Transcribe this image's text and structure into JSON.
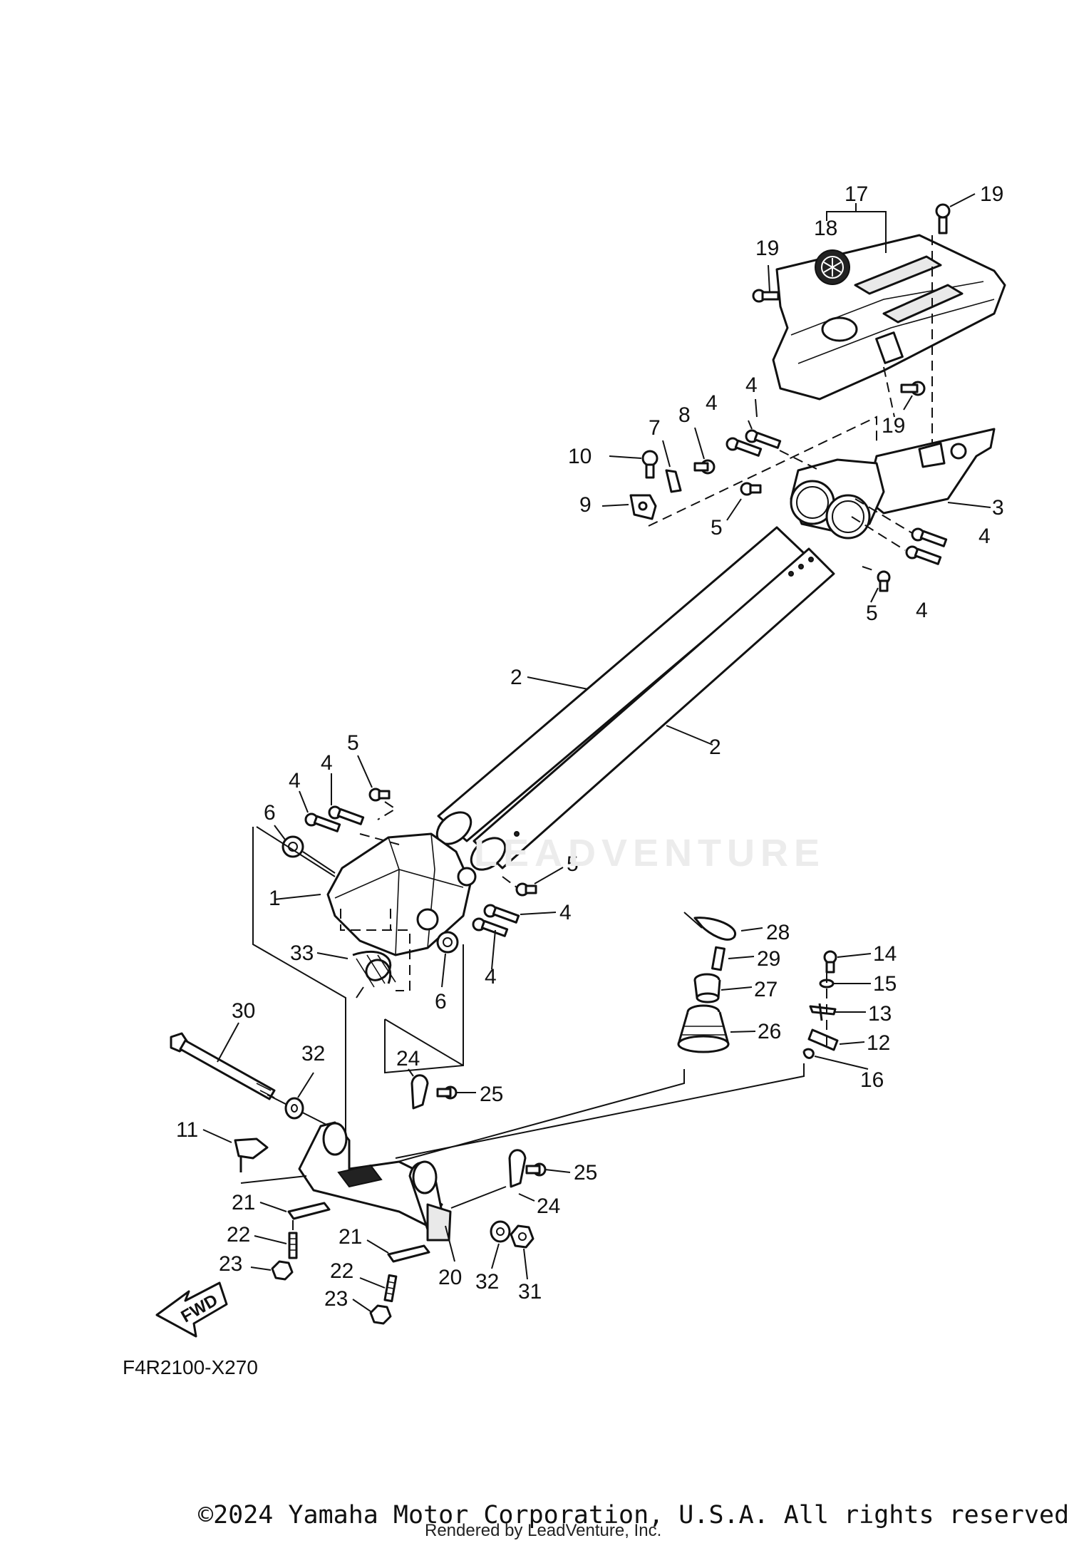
{
  "diagram": {
    "drawing_code": "F4R2100-X270",
    "fwd_label": "FWD",
    "watermark_text": "LEADVENTURE",
    "copyright": "©2024 Yamaha Motor Corporation, U.S.A. All rights reserved.",
    "rendered_by": "Rendered by LeadVenture, Inc.",
    "callouts": [
      "1",
      "2",
      "2",
      "3",
      "4",
      "4",
      "4",
      "4",
      "4",
      "4",
      "4",
      "4",
      "5",
      "5",
      "5",
      "5",
      "6",
      "6",
      "7",
      "8",
      "9",
      "10",
      "11",
      "12",
      "13",
      "14",
      "15",
      "16",
      "17",
      "18",
      "19",
      "19",
      "19",
      "20",
      "21",
      "21",
      "22",
      "22",
      "23",
      "23",
      "24",
      "24",
      "25",
      "25",
      "26",
      "27",
      "28",
      "29",
      "30",
      "31",
      "32",
      "32",
      "33"
    ]
  }
}
